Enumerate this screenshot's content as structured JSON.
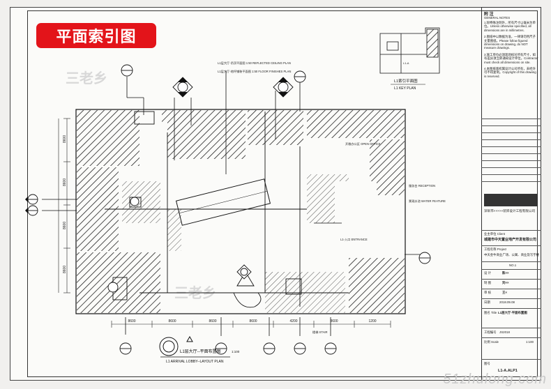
{
  "badge": "平面索引图",
  "key_plan": {
    "title_cn": "L1索引平面图",
    "title_en": "L1 KEY PLAN",
    "room_tag": "L1-A"
  },
  "plan_title": {
    "cn": "L1层大厅--平面布置图",
    "en": "L1 ARRIVAL LOBBY--LAYOUT PLAN",
    "scale": "1:100"
  },
  "notes_heading": "附 注",
  "notes_sub": "GENERAL NOTES",
  "notes": [
    "1.除特殊注明外，所有尺寸以毫米为单位。Unless otherwise specified, all dimensions are in millimetres.",
    "2.图纸中以数据为准，一律请勿用尺子丈量图纸。Please follow figured dimensions on drawing, do NOT measure drawings.",
    "3.施工单位必须现场核对所有尺寸，如有差异须立即通知设计单位。Contractor must check all dimensions on site.",
    "4.本图纸版权属设计公司所有，未经许可不得复制。Copyright of this drawing is reserved."
  ],
  "company": "深圳市×××××装饰设计工程有限公司",
  "client_label": "业主单位 Client",
  "client": "城建市中天置业地产开发有限公司",
  "project_label": "工程名称 Project",
  "project": "中天金牛商业广场、公寓、商业及写字楼",
  "fields": [
    {
      "label": "NO.1",
      "value": ""
    },
    {
      "label": "设 计",
      "value": "陈××"
    },
    {
      "label": "制 图",
      "value": "刘××"
    },
    {
      "label": "审 核",
      "value": "王×"
    },
    {
      "label": "日期",
      "value": "2018.09.08"
    }
  ],
  "drawing_name_label": "图名 Title",
  "drawing_name": "L1层大厅-平面布置图",
  "job_no_label": "工程编号",
  "job_no": "JS2018",
  "scale_label": "比例 Scale",
  "scale_value": "1:100",
  "drawing_no_label": "图号",
  "drawing_no": "L1-A.ALP1",
  "watermark": "三老乡",
  "site_mark": "51zhulong.com",
  "dims_bottom": [
    "8600",
    "8600",
    "8600",
    "8600",
    "4200",
    "8600",
    "1200"
  ],
  "dims_left": [
    "8600",
    "8600",
    "8600",
    "8600"
  ],
  "callouts": [
    "L1层大厅-吊顶平面图 1:50 REFLECTED CEILING PLAN",
    "L1层大厅-地坪铺装平面图 1:50 FLOOR FINISHES PLAN",
    "开敞办公区 OPEN OFFICE",
    "服务台 RECEPTION",
    "景观水池 WATER FEATURE",
    "L1-入口 ENTRANCE",
    "楼梯 STAIR"
  ]
}
